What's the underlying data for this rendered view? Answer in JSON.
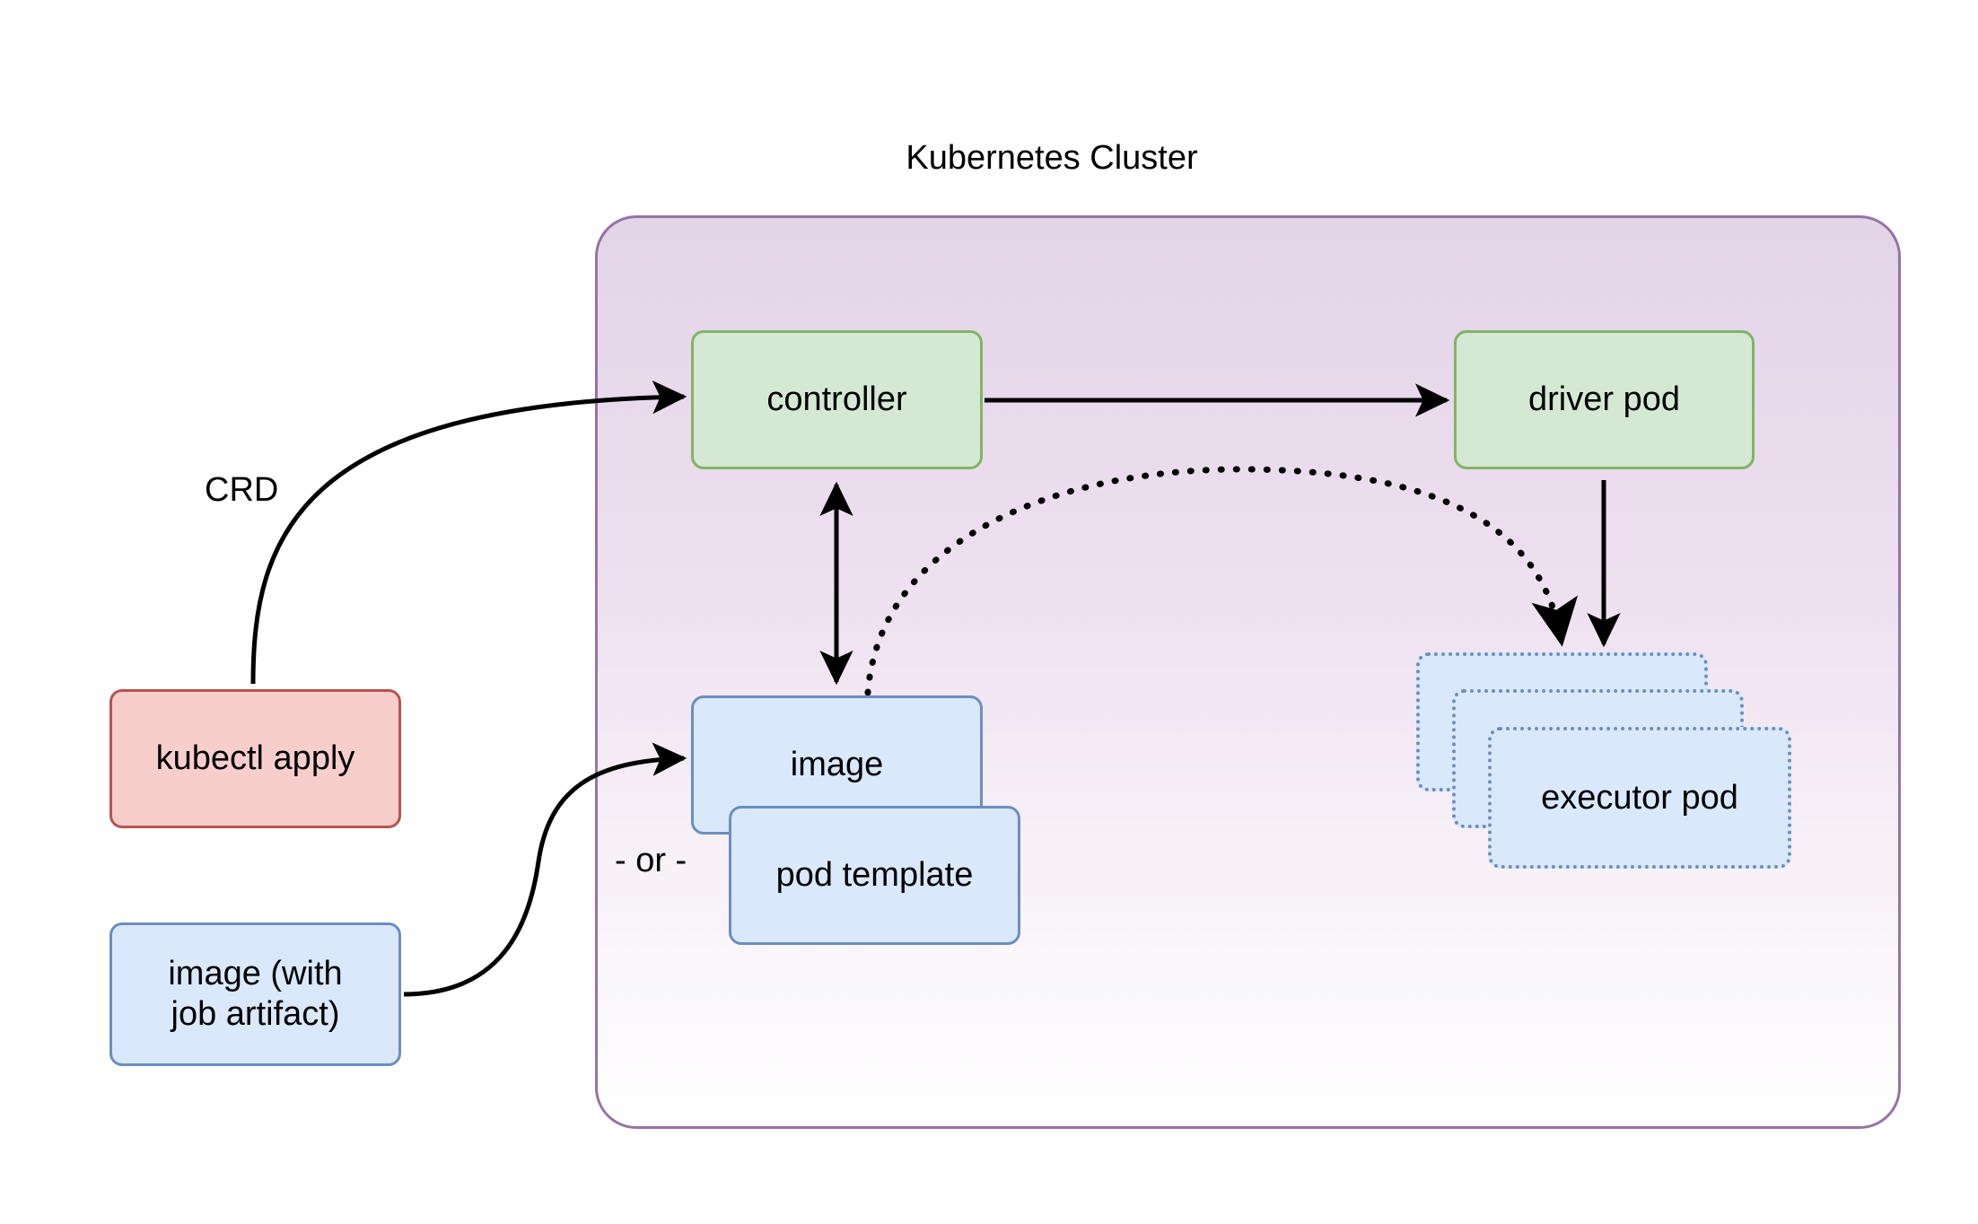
{
  "diagram": {
    "title": "Kubernetes Cluster",
    "cluster": {
      "label": "Kubernetes Cluster",
      "fill_top": "#e3d4e8",
      "fill_bottom": "#ffffff",
      "stroke": "#9673a6"
    },
    "nodes": [
      {
        "id": "controller",
        "label": "controller",
        "shape": "rounded-rect",
        "fill": "#d5e8d4",
        "stroke": "#82b366",
        "stroke_style": "solid"
      },
      {
        "id": "driver-pod",
        "label": "driver pod",
        "shape": "rounded-rect",
        "fill": "#d5e8d4",
        "stroke": "#82b366",
        "stroke_style": "solid"
      },
      {
        "id": "kubectl-apply",
        "label": "kubectl apply",
        "shape": "rounded-rect",
        "fill": "#f8cecc",
        "stroke": "#b85450",
        "stroke_style": "solid"
      },
      {
        "id": "image-with-job-artifact",
        "label": "image (with\njob artifact)",
        "shape": "rounded-rect",
        "fill": "#dae8fc",
        "stroke": "#6c8ebf",
        "stroke_style": "solid"
      },
      {
        "id": "image",
        "label": "image",
        "shape": "rounded-rect",
        "fill": "#dae8fc",
        "stroke": "#6c8ebf",
        "stroke_style": "solid"
      },
      {
        "id": "pod-template",
        "label": "pod template",
        "shape": "rounded-rect",
        "fill": "#dae8fc",
        "stroke": "#6c8ebf",
        "stroke_style": "solid"
      },
      {
        "id": "executor-pod-back",
        "label": "executor pod",
        "shape": "rounded-rect",
        "fill": "#dae8fc",
        "stroke": "#6c8ebf",
        "stroke_style": "dotted"
      },
      {
        "id": "executor-pod-middle",
        "label": "executor pod",
        "shape": "rounded-rect",
        "fill": "#dae8fc",
        "stroke": "#6c8ebf",
        "stroke_style": "dotted"
      },
      {
        "id": "executor-pod-front",
        "label": "executor pod",
        "shape": "rounded-rect",
        "fill": "#dae8fc",
        "stroke": "#6c8ebf",
        "stroke_style": "dotted"
      }
    ],
    "edges": [
      {
        "id": "crd",
        "from": "kubectl-apply",
        "to": "controller",
        "label": "CRD",
        "style": "solid",
        "arrow": "single"
      },
      {
        "id": "controller-to-driver",
        "from": "controller",
        "to": "driver-pod",
        "label": "",
        "style": "solid",
        "arrow": "single"
      },
      {
        "id": "controller-image",
        "from": "controller",
        "to": "image",
        "label": "",
        "style": "solid",
        "arrow": "double"
      },
      {
        "id": "driver-to-executor",
        "from": "driver-pod",
        "to": "executor-pod-back",
        "label": "",
        "style": "solid",
        "arrow": "single"
      },
      {
        "id": "image-to-executor",
        "from": "image",
        "to": "executor-pod-back",
        "label": "",
        "style": "dotted",
        "arrow": "single"
      },
      {
        "id": "artifact-to-image",
        "from": "image-with-job-artifact",
        "to": "image",
        "label": "",
        "style": "solid",
        "arrow": "single"
      }
    ],
    "annotations": [
      {
        "id": "or-label",
        "text": "- or -"
      }
    ]
  }
}
